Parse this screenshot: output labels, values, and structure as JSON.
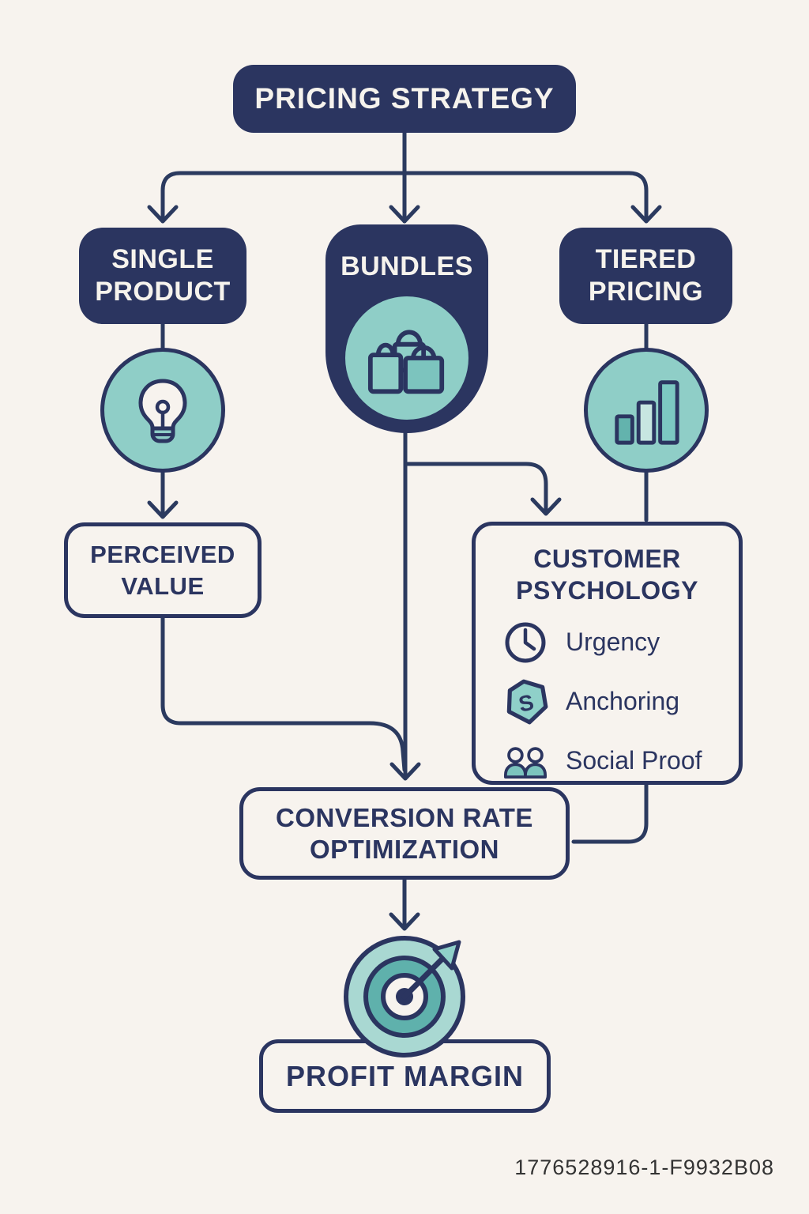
{
  "colors": {
    "background": "#f7f3ee",
    "navy": "#2b3560",
    "teal": "#8fcec7",
    "teal_dark": "#6fbcb5",
    "teal_light": "#a9d8d2"
  },
  "nodes": {
    "root": {
      "label": "PRICING STRATEGY"
    },
    "single_product": {
      "line1": "SINGLE",
      "line2": "PRODUCT",
      "icon": "lightbulb-icon"
    },
    "bundles": {
      "label": "BUNDLES",
      "icon": "shopping-bags-icon"
    },
    "tiered_pricing": {
      "line1": "TIERED",
      "line2": "PRICING",
      "icon": "bar-chart-icon"
    },
    "perceived_value": {
      "line1": "PERCEIVED",
      "line2": "VALUE"
    },
    "customer_psychology": {
      "title_line1": "CUSTOMER",
      "title_line2": "PSYCHOLOGY",
      "items": [
        {
          "icon": "clock-icon",
          "label": "Urgency"
        },
        {
          "icon": "price-tag-icon",
          "label": "Anchoring"
        },
        {
          "icon": "people-icon",
          "label": "Social Proof"
        }
      ]
    },
    "conversion_rate": {
      "line1": "CONVERSION RATE",
      "line2": "OPTIMIZATION"
    },
    "profit_margin": {
      "label": "PROFIT MARGIN",
      "icon": "target-icon"
    }
  },
  "footer": {
    "id_code": "1776528916-1-F9932B08"
  }
}
